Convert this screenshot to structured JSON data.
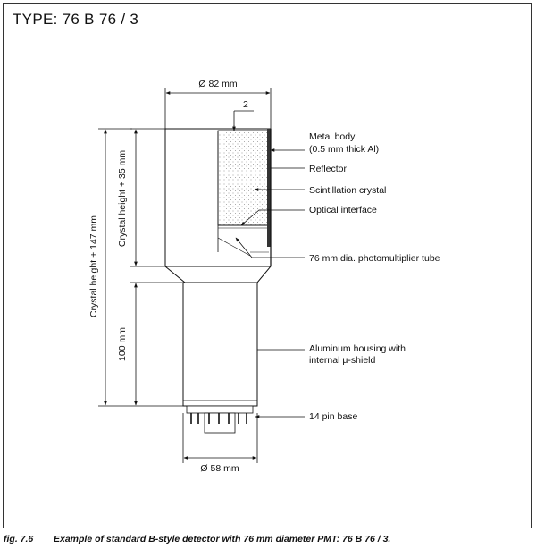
{
  "header": {
    "title": "TYPE: 76 B 76 / 3"
  },
  "dimensions": {
    "top_diameter": "Ø 82 mm",
    "body_wall": "2",
    "crystal_height_35": "Crystal height + 35 mm",
    "crystal_height_147": "Crystal height + 147 mm",
    "lower_height": "100 mm",
    "bottom_diameter": "Ø 58 mm"
  },
  "labels": {
    "metal_body_line1": "Metal body",
    "metal_body_line2": "(0.5 mm thick Al)",
    "reflector": "Reflector",
    "scintillation_crystal": "Scintillation crystal",
    "optical_interface": "Optical interface",
    "pmt": "76 mm dia. photomultiplier tube",
    "housing_line1": "Aluminum housing with",
    "housing_line2": "internal μ-shield",
    "pin_base": "14 pin base"
  },
  "caption": {
    "number": "fig. 7.6",
    "text": "Example of standard  B-style detector with 76 mm diameter PMT: 76 B 76 / 3."
  }
}
